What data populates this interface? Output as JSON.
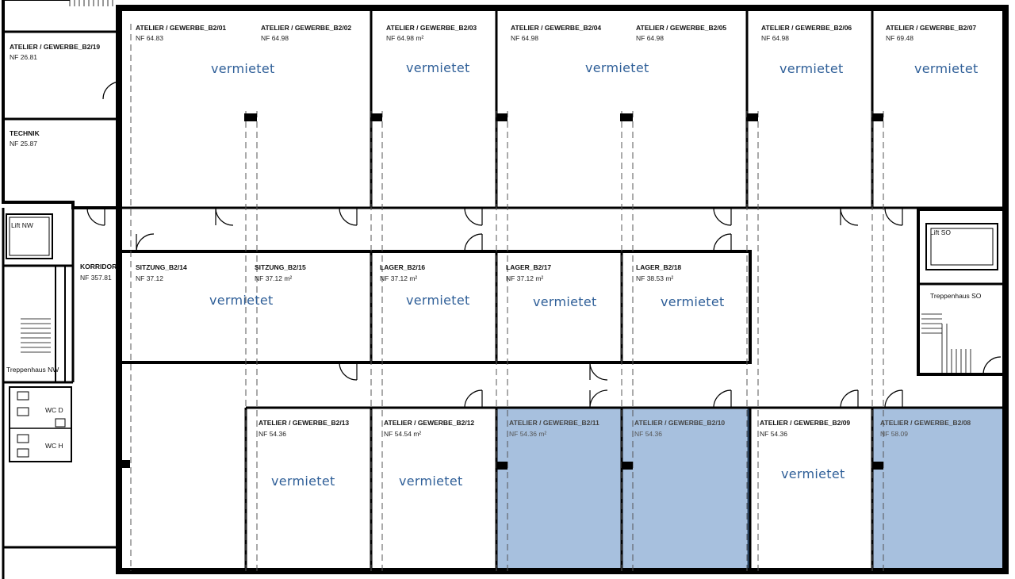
{
  "colors": {
    "available": "#a7c0de",
    "available_border": "#2d4a6b",
    "status_text": "#2f5f98",
    "wall": "#000000"
  },
  "status_label": "vermietet",
  "rooms": [
    {
      "id": "b2_19",
      "label": "ATELIER / GEWERBE_B2/19",
      "area": "NF 26.81",
      "status": ""
    },
    {
      "id": "technik",
      "label": "TECHNIK",
      "area": "NF 25.87",
      "status": ""
    },
    {
      "id": "b2_01",
      "label": "ATELIER / GEWERBE_B2/01",
      "area": "NF 64.83",
      "status": ""
    },
    {
      "id": "b2_02",
      "label": "ATELIER / GEWERBE_B2/02",
      "area": "NF 64.98",
      "status": "vermietet"
    },
    {
      "id": "b2_03",
      "label": "ATELIER / GEWERBE_B2/03",
      "area": "NF 64.98 m²",
      "status": "vermietet"
    },
    {
      "id": "b2_04",
      "label": "ATELIER / GEWERBE_B2/04",
      "area": "NF 64.98",
      "status": ""
    },
    {
      "id": "b2_05",
      "label": "ATELIER / GEWERBE_B2/05",
      "area": "NF 64.98",
      "status": "vermietet"
    },
    {
      "id": "b2_06",
      "label": "ATELIER / GEWERBE_B2/06",
      "area": "NF 64.98",
      "status": "vermietet"
    },
    {
      "id": "b2_07",
      "label": "ATELIER / GEWERBE_B2/07",
      "area": "NF 69.48",
      "status": "vermietet"
    },
    {
      "id": "korridor",
      "label": "KORRIDOR",
      "area": "NF 357.81",
      "status": ""
    },
    {
      "id": "b2_14",
      "label": "SITZUNG_B2/14",
      "area": "NF 37.12",
      "status": ""
    },
    {
      "id": "b2_15",
      "label": "SITZUNG_B2/15",
      "area": "NF 37.12 m²",
      "status": "vermietet"
    },
    {
      "id": "b2_16",
      "label": "LAGER_B2/16",
      "area": "NF 37.12 m²",
      "status": "vermietet"
    },
    {
      "id": "b2_17",
      "label": "LAGER_B2/17",
      "area": "NF 37.12 m²",
      "status": "vermietet"
    },
    {
      "id": "b2_18",
      "label": "LAGER_B2/18",
      "area": "NF 38.53 m²",
      "status": "vermietet"
    },
    {
      "id": "b2_13",
      "label": "ATELIER / GEWERBE_B2/13",
      "area": "NF 54.36",
      "status": "vermietet"
    },
    {
      "id": "b2_12",
      "label": "ATELIER / GEWERBE_B2/12",
      "area": "NF 54.54 m²",
      "status": "vermietet"
    },
    {
      "id": "b2_11",
      "label": "ATELIER / GEWERBE_B2/11",
      "area": "NF 54.36 m²",
      "status": "available"
    },
    {
      "id": "b2_10",
      "label": "ATELIER / GEWERBE_B2/10",
      "area": "NF 54.36",
      "status": "available"
    },
    {
      "id": "b2_09",
      "label": "ATELIER / GEWERBE_B2/09",
      "area": "NF 54.36",
      "status": "vermietet"
    },
    {
      "id": "b2_08",
      "label": "ATELIER / GEWERBE_B2/08",
      "area": "NF 58.09",
      "status": "available"
    }
  ],
  "service": {
    "lift_nw": "Lift NW",
    "lift_so": "Lift SO",
    "stair_nw": "Treppenhaus NW",
    "stair_so": "Treppenhaus SO",
    "wc_d": "WC D",
    "wc_h": "WC H"
  }
}
